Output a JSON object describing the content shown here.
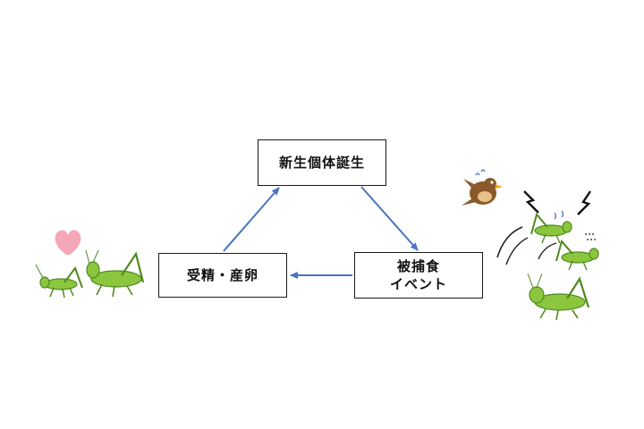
{
  "nodes": {
    "birth": {
      "label": "新生個体誕生"
    },
    "mating": {
      "label": "受精・産卵"
    },
    "predation": {
      "lines": [
        "被捕食",
        "イベント"
      ]
    }
  },
  "edges": [
    {
      "from": "birth",
      "to": "predation"
    },
    {
      "from": "predation",
      "to": "mating"
    },
    {
      "from": "mating",
      "to": "birth"
    }
  ],
  "colors": {
    "arrow": "#4a73c4",
    "box_border": "#1a1a1a",
    "grasshopper": "#8cc63f",
    "grasshopper_dark": "#4f8a1f",
    "heart": "#f5a6b8",
    "bird": "#8a5a2b"
  },
  "illustrations": {
    "left": "grasshopper-couple-with-heart",
    "right": "bird-attacking-grasshoppers"
  }
}
